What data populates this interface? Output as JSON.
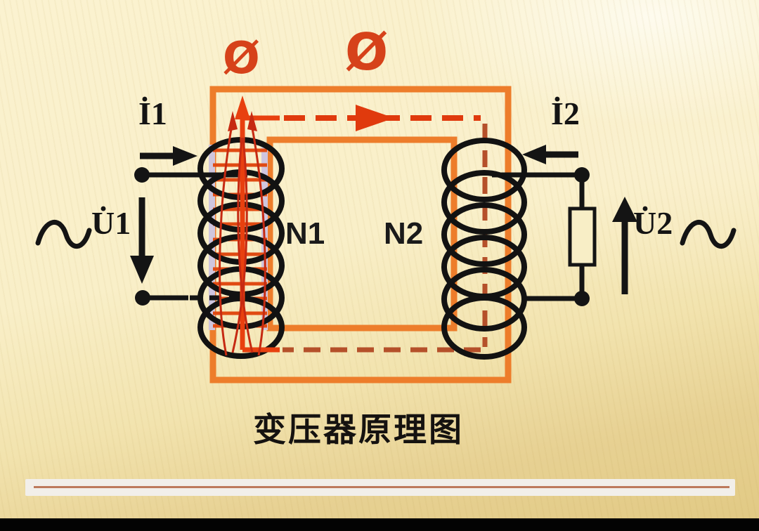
{
  "slide": {
    "caption": "变压器原理图"
  },
  "diagram": {
    "flux_phi_small": "Ø",
    "flux_phi_large": "Ø",
    "primary": {
      "current_label": "İ1",
      "voltage_label": "U̇1",
      "turns_label": "N1"
    },
    "secondary": {
      "current_label": "İ2",
      "voltage_label": "U̇2",
      "turns_label": "N2"
    },
    "icons": {
      "ac_source_left": "sine-wave",
      "ac_source_right": "sine-wave",
      "main_flux_arrow": "red-dashed-loop-arrow",
      "leakage_flux": "red-curved-arrows"
    },
    "colors": {
      "core_orange": "#ED7D2B",
      "lamination_rung_red": "#E04A12",
      "lamination_lavender": "#CFC6DE",
      "flux_red": "#E8400F",
      "flux_dash_red": "#E03A0D",
      "flux_dash_brown": "#B5502A",
      "leakage_red": "#C62A12",
      "wire_black": "#141414",
      "background_cream": "#F8EEC5",
      "footer_line_salmon": "#BD7A5C"
    }
  }
}
